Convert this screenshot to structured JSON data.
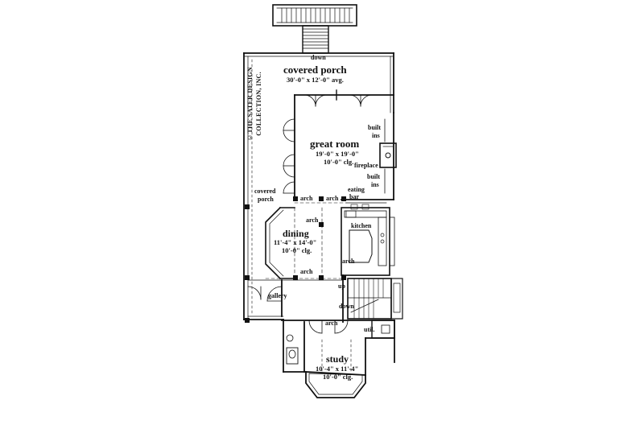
{
  "copyright": {
    "line1": "©THE SATER DESIGN",
    "line2": "COLLECTION, INC."
  },
  "rooms": {
    "covered_porch": {
      "name": "covered porch",
      "dims": "30'-0\" x 12'-0\" avg."
    },
    "great_room": {
      "name": "great room",
      "dims": "19'-0\" x 19'-0\"",
      "ceiling": "10'-0\" clg."
    },
    "dining": {
      "name": "dining",
      "dims": "11'-4\" x 14'-0\"",
      "ceiling": "10'-0\" clg."
    },
    "kitchen": {
      "name": "kitchen"
    },
    "study": {
      "name": "study",
      "dims": "10'-4\" x 11'-4\"",
      "ceiling": "10'-0\" clg."
    },
    "gallery": {
      "name": "gallery"
    },
    "util": {
      "name": "util."
    }
  },
  "labels": {
    "down_top": "down",
    "built_ins_1a": "built",
    "built_ins_1b": "ins",
    "fireplace": "fireplace",
    "built_ins_2a": "built",
    "built_ins_2b": "ins",
    "covered_porch_side_a": "covered",
    "covered_porch_side_b": "porch",
    "arch_1": "arch",
    "arch_2": "arch",
    "eating_bar_a": "eating",
    "eating_bar_b": "bar",
    "arch_dining": "arch",
    "arch_kitchen": "arch",
    "arch_gallery": "arch",
    "up": "up",
    "down_stair": "down",
    "arch_study": "arch"
  }
}
